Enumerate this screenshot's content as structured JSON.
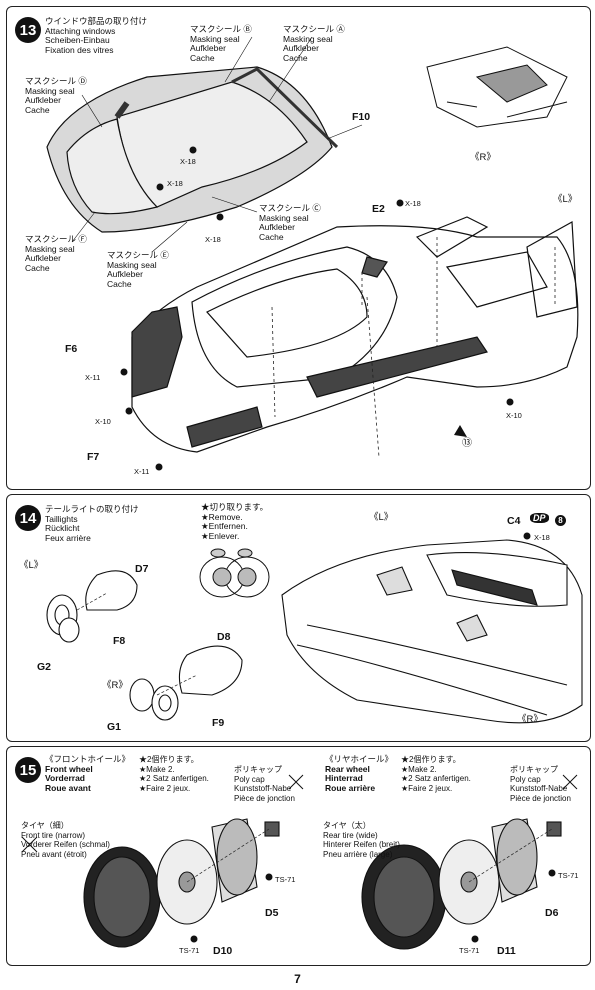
{
  "page_number": "7",
  "step13": {
    "number": "13",
    "title_lines": [
      "ウインドウ部品の取り付け",
      "Attaching windows",
      "Scheiben-Einbau",
      "Fixation des vitres"
    ],
    "seal_b": [
      "マスクシール Ⓑ",
      "Masking seal",
      "Aufkleber",
      "Cache"
    ],
    "seal_a": [
      "マスクシール Ⓐ",
      "Masking seal",
      "Aufkleber",
      "Cache"
    ],
    "seal_d": [
      "マスクシール Ⓓ",
      "Masking seal",
      "Aufkleber",
      "Cache"
    ],
    "seal_c": [
      "マスクシール Ⓒ",
      "Masking seal",
      "Aufkleber",
      "Cache"
    ],
    "seal_f": [
      "マスクシール Ⓕ",
      "Masking seal",
      "Aufkleber",
      "Cache"
    ],
    "seal_e": [
      "マスクシール Ⓔ",
      "Masking seal",
      "Aufkleber",
      "Cache"
    ],
    "part_f10": "F10",
    "part_e2": "E2",
    "part_f6": "F6",
    "part_f7": "F7",
    "screw_x18": "X-18",
    "screw_x11": "X-11",
    "screw_x10": "X-10",
    "side_r": "《R》",
    "side_l": "《L》",
    "ref_13": "⑬"
  },
  "step14": {
    "number": "14",
    "title_lines": [
      "テールライトの取り付け",
      "Taillights",
      "Rücklicht",
      "Feux arrière"
    ],
    "remove_lines": [
      "★切り取ります。",
      "★Remove.",
      "★Entfernen.",
      "★Enlever."
    ],
    "side_l": "《L》",
    "side_r": "《R》",
    "part_d7": "D7",
    "part_f8": "F8",
    "part_g2": "G2",
    "part_d8": "D8",
    "part_g1": "G1",
    "part_f9": "F9",
    "part_c4": "C4",
    "dp_badge": "DP",
    "badge_8": "8",
    "screw_x18": "X-18"
  },
  "step15": {
    "number": "15",
    "front_title": [
      "《フロントホイール》",
      "Front wheel",
      "Vorderrad",
      "Roue avant"
    ],
    "rear_title": [
      "《リヤホイール》",
      "Rear wheel",
      "Hinterrad",
      "Roue arrière"
    ],
    "make2_front": [
      "★2個作ります。",
      "★Make 2.",
      "★2 Satz anfertigen.",
      "★Faire 2 jeux."
    ],
    "make2_rear": [
      "★2個作ります。",
      "★Make 2.",
      "★2 Satz anfertigen.",
      "★Faire 2 jeux."
    ],
    "polycap_front": [
      "ポリキャップ",
      "Poly cap",
      "Kunststoff-Nabe",
      "Pièce de jonction"
    ],
    "polycap_rear": [
      "ポリキャップ",
      "Poly cap",
      "Kunststoff-Nabe",
      "Pièce de jonction"
    ],
    "tire_front": [
      "タイヤ（細）",
      "Front tire (narrow)",
      "Vorderer Reifen (schmal)",
      "Pneu avant (étroit)"
    ],
    "tire_rear": [
      "タイヤ（太）",
      "Rear tire (wide)",
      "Hinterer Reifen (breit)",
      "Pneu arrière (large)"
    ],
    "ts71": "TS-71",
    "part_d5": "D5",
    "part_d10": "D10",
    "part_d6": "D6",
    "part_d11": "D11"
  }
}
